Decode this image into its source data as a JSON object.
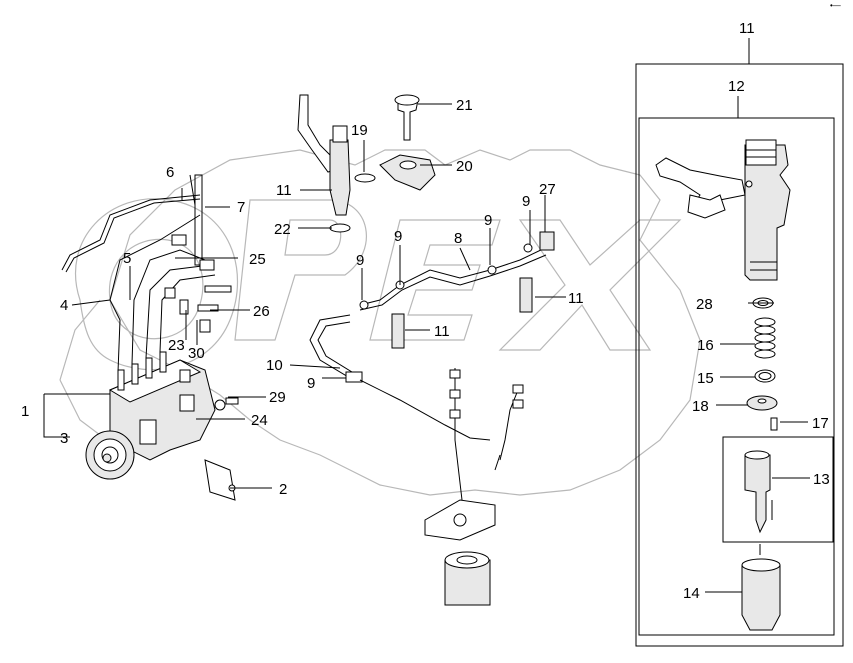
{
  "diagram": {
    "title": "",
    "corner_mark": "•—",
    "watermark": "OPEX",
    "labels": [
      {
        "id": "1",
        "text": "1"
      },
      {
        "id": "2",
        "text": "2"
      },
      {
        "id": "3",
        "text": "3"
      },
      {
        "id": "4",
        "text": "4"
      },
      {
        "id": "5",
        "text": "5"
      },
      {
        "id": "6",
        "text": "6"
      },
      {
        "id": "7",
        "text": "7"
      },
      {
        "id": "8",
        "text": "8"
      },
      {
        "id": "9a",
        "text": "9"
      },
      {
        "id": "9b",
        "text": "9"
      },
      {
        "id": "9c",
        "text": "9"
      },
      {
        "id": "9d",
        "text": "9"
      },
      {
        "id": "9e",
        "text": "9"
      },
      {
        "id": "10",
        "text": "10"
      },
      {
        "id": "11a",
        "text": "11"
      },
      {
        "id": "11b",
        "text": "11"
      },
      {
        "id": "11c",
        "text": "11"
      },
      {
        "id": "11d",
        "text": "11"
      },
      {
        "id": "12",
        "text": "12"
      },
      {
        "id": "13",
        "text": "13"
      },
      {
        "id": "14",
        "text": "14"
      },
      {
        "id": "15",
        "text": "15"
      },
      {
        "id": "16",
        "text": "16"
      },
      {
        "id": "17",
        "text": "17"
      },
      {
        "id": "18",
        "text": "18"
      },
      {
        "id": "19",
        "text": "19"
      },
      {
        "id": "20",
        "text": "20"
      },
      {
        "id": "21",
        "text": "21"
      },
      {
        "id": "22",
        "text": "22"
      },
      {
        "id": "23",
        "text": "23"
      },
      {
        "id": "24",
        "text": "24"
      },
      {
        "id": "25",
        "text": "25"
      },
      {
        "id": "26",
        "text": "26"
      },
      {
        "id": "27",
        "text": "27"
      },
      {
        "id": "28",
        "text": "28"
      },
      {
        "id": "29",
        "text": "29"
      },
      {
        "id": "30",
        "text": "30"
      }
    ]
  }
}
